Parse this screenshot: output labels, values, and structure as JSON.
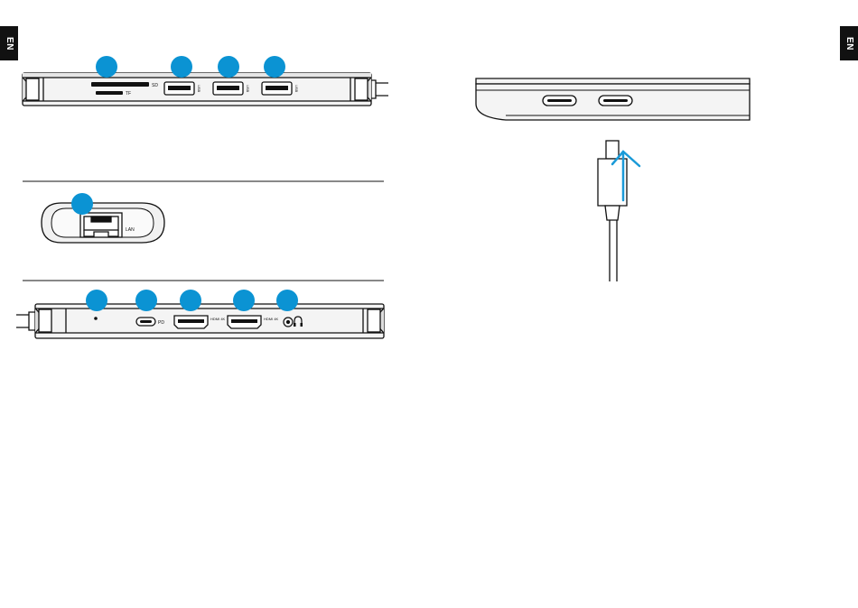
{
  "lang_tabs": {
    "left": "EN",
    "right": "EN"
  },
  "colors": {
    "callout": "#0b93d3",
    "line": "#111111",
    "fill": "#f1f1f1",
    "arrow": "#1a9ad8"
  },
  "hub_top": {
    "port_labels": {
      "sd": "SD",
      "tf": "TF",
      "usb_a": "USB"
    }
  },
  "hub_lan": {
    "port_label": "LAN"
  },
  "hub_bottom": {
    "port_labels": {
      "pd": "PD",
      "hdmi_1": "HDMI 4K",
      "hdmi_2": "HDMI 4K"
    }
  },
  "icons": [
    "led-dot-icon",
    "headphone-icon",
    "usb-c-port-icon",
    "hdmi-port-icon",
    "ethernet-port-icon",
    "sd-card-slot-icon",
    "up-arrow-icon"
  ]
}
